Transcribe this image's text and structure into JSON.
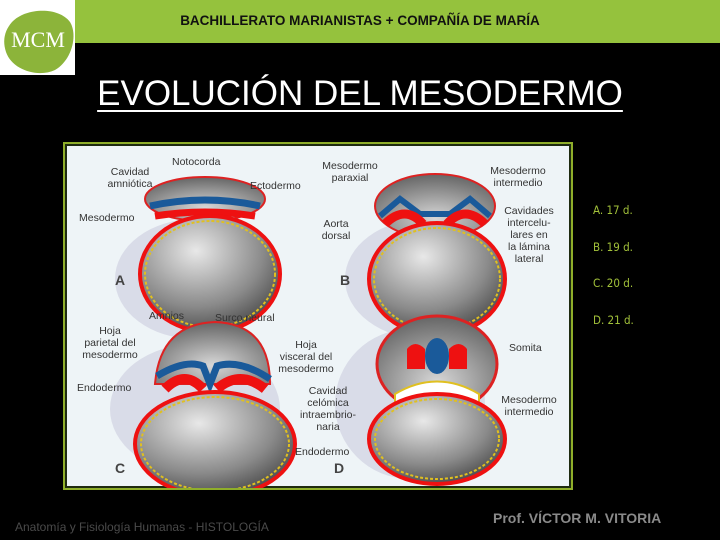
{
  "header": {
    "logo_text": "MCM",
    "title": "BACHILLERATO MARIANISTAS + COMPAÑÍA DE MARÍA"
  },
  "slide": {
    "title": "EVOLUCIÓN DEL MESODERMO"
  },
  "figure": {
    "panels": [
      "A",
      "B",
      "C",
      "D"
    ],
    "labels": {
      "a_notocorda": "Notocorda",
      "a_cavidad_1": "Cavidad",
      "a_cavidad_2": "amniótica",
      "a_ectodermo": "Ectodermo",
      "a_mesodermo": "Mesodermo",
      "b_paraxial_1": "Mesodermo",
      "b_paraxial_2": "paraxial",
      "b_intermedio_1": "Mesodermo",
      "b_intermedio_2": "intermedio",
      "b_cavidades": [
        "Cavidades",
        "intercelu-",
        "lares en",
        "la lámina",
        "lateral"
      ],
      "b_aorta_1": "Aorta",
      "b_aorta_2": "dorsal",
      "c_amnios": "Amnios",
      "c_surco": "Surco neural",
      "c_parietal": [
        "Hoja",
        "parietal del",
        "mesodermo"
      ],
      "c_visceral": [
        "Hoja",
        "visceral del",
        "mesodermo"
      ],
      "c_endodermo": "Endodermo",
      "d_cavidad": [
        "Cavidad",
        "celómica",
        "intraembrio-",
        "naria"
      ],
      "d_somita": "Somita",
      "d_intermedio_1": "Mesodermo",
      "d_intermedio_2": "intermedio",
      "d_endodermo": "Endodermo"
    }
  },
  "answers": [
    "A.  17 d.",
    "B.  19 d.",
    "C.  20 d.",
    "D.  21 d."
  ],
  "footer": {
    "left": "Anatomía y Fisiología Humanas - HISTOLOGÍA",
    "right": "Prof. VÍCTOR M. VITORIA"
  },
  "colors": {
    "accent_green": "#95c23d",
    "answer_text": "#a2c13a",
    "background": "#000000"
  }
}
